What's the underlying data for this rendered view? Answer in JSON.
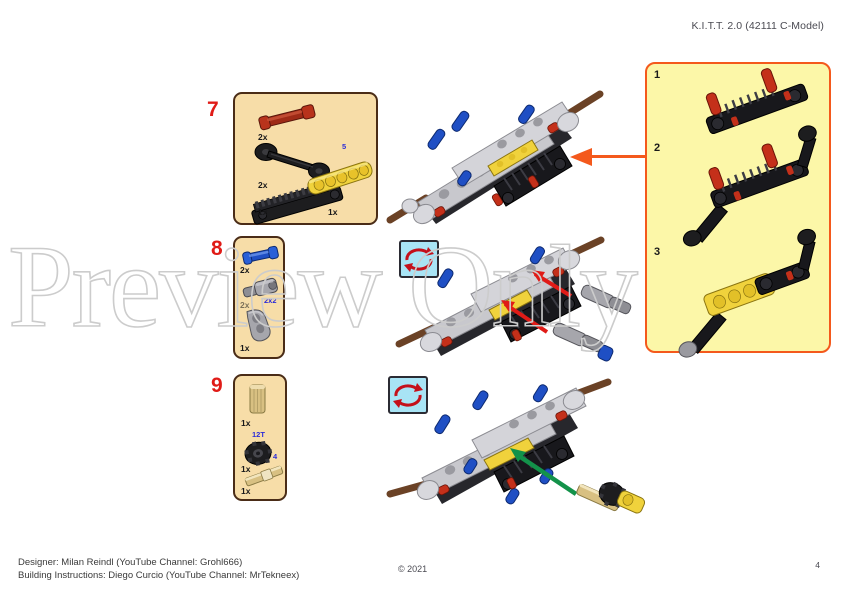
{
  "header": {
    "title": "K.I.T.T. 2.0 (42111 C-Model)"
  },
  "watermark": {
    "text": "Preview Only"
  },
  "footer": {
    "designer_line": "Designer: Milan Reindl (YouTube Channel: Grohl666)",
    "instructions_line": "Building Instructions: Diego Curcio (YouTube Channel: MrTekneex)",
    "copyright": "© 2021",
    "page_number": "4"
  },
  "colors": {
    "parts_box_fill": "#f7dda8",
    "parts_box_border": "#4a2c17",
    "callout_fill": "#fcf7a8",
    "callout_border": "#f4591c",
    "step_number": "#e01b17",
    "arrow_orange": "#f4591c",
    "arrow_red": "#e01b17",
    "arrow_green": "#13924a",
    "rotation_icon_fill": "#a8e4f5",
    "label_blue": "#2b2bd8"
  },
  "steps": [
    {
      "number": "7",
      "parts": [
        {
          "name": "red-friction-pin",
          "qty": "2x",
          "color": "#9e2a16"
        },
        {
          "name": "black-link-beam",
          "qty": "2x",
          "color": "#1d1d1f"
        },
        {
          "name": "black-gear-rack",
          "qty": "1x",
          "color": "#1d1d1f"
        },
        {
          "name": "yellow-beam-5",
          "qty": "1x",
          "color": "#f0d23c",
          "length_label": "5"
        }
      ]
    },
    {
      "number": "8",
      "parts": [
        {
          "name": "blue-pin",
          "qty": "2x",
          "color": "#1f4fc4"
        },
        {
          "name": "grey-shock-absorber",
          "qty": "2x",
          "color": "#9a9a9e",
          "length_label": "2x2"
        },
        {
          "name": "grey-panel",
          "qty": "1x",
          "color": "#9a9a9e"
        }
      ]
    },
    {
      "number": "9",
      "parts": [
        {
          "name": "tan-connector",
          "qty": "1x",
          "color": "#d8c082"
        },
        {
          "name": "black-gear-12t",
          "qty": "1x",
          "color": "#1d1d1f",
          "length_label": "12T"
        },
        {
          "name": "tan-axle-4",
          "qty": "1x",
          "color": "#d8c082",
          "length_label": "4"
        }
      ]
    }
  ],
  "detail_callout": {
    "substeps": [
      {
        "number": "1"
      },
      {
        "number": "2"
      },
      {
        "number": "3"
      }
    ]
  },
  "assemblies": [
    {
      "name": "assembly-step-7",
      "rotation_icon": false
    },
    {
      "name": "assembly-step-8",
      "rotation_icon": true
    },
    {
      "name": "assembly-step-9",
      "rotation_icon": true
    }
  ]
}
